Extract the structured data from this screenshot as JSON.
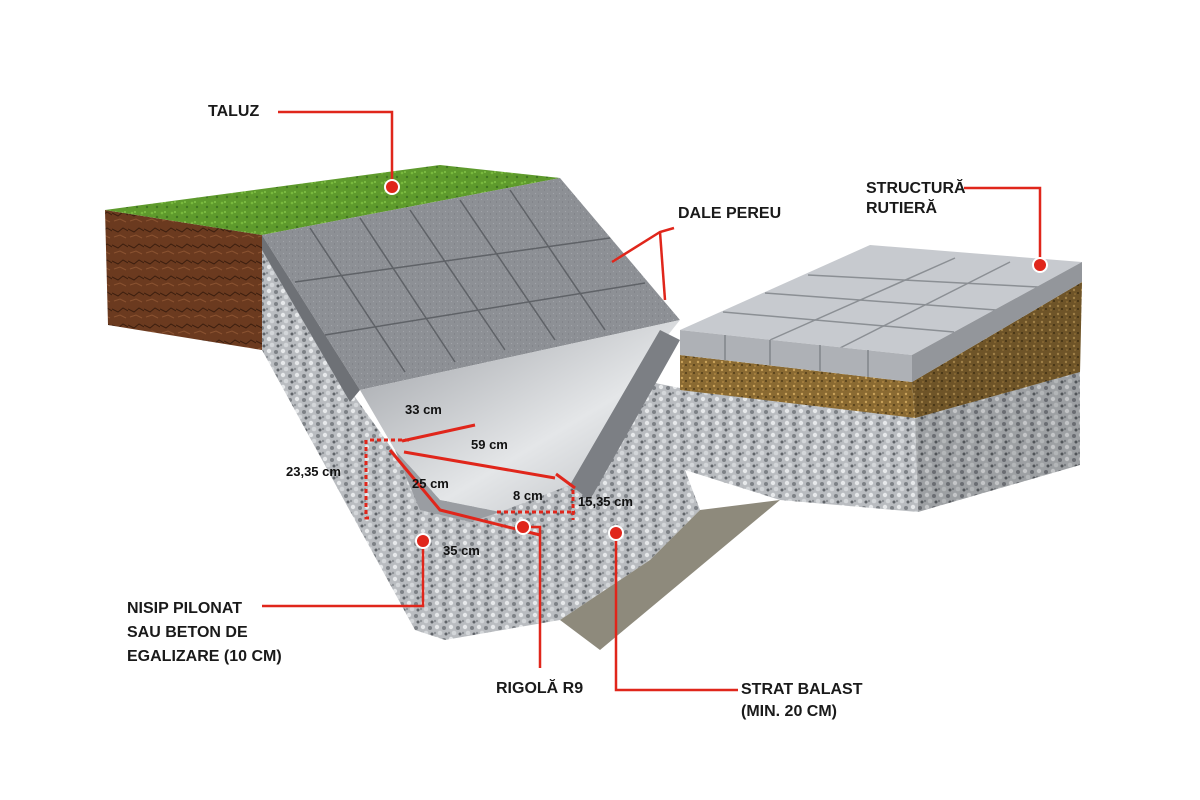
{
  "labels": {
    "taluz": "TALUZ",
    "dale_pereu": "DALE PEREU",
    "structura_rutiera": [
      "STRUCTURĂ",
      "RUTIERĂ"
    ],
    "nisip": [
      "NISIP PILONAT",
      "SAU BETON DE",
      "EGALIZARE (10 CM)"
    ],
    "rigola": "RIGOLĂ R9",
    "strat_balast": [
      "STRAT BALAST",
      "(MIN. 20 CM)"
    ]
  },
  "dimensions": {
    "d33": "33 cm",
    "d59": "59 cm",
    "d2335": "23,35 cm",
    "d25": "25 cm",
    "d8": "8 cm",
    "d1535": "15,35 cm",
    "d35": "35 cm"
  },
  "colors": {
    "accent": "#e0261b",
    "grass": "#5e9a2c",
    "soil": "#6b3a1f",
    "slab": "#8e9196",
    "gravel": "#a9adb2",
    "paver": "#c9ccd0",
    "sand_layer": "#8a6a32"
  }
}
